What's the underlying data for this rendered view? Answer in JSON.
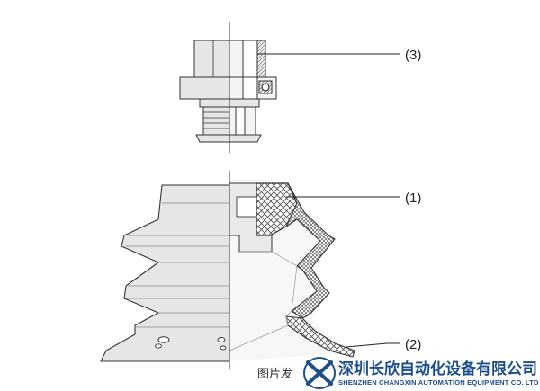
{
  "callouts": [
    {
      "label": "(3)"
    },
    {
      "label": "(1)"
    },
    {
      "label": "(2)"
    }
  ],
  "watermark": {
    "caption": "图片发",
    "company_cn": "深圳长欣自动化设备有限公司",
    "company_en": "SHENZHEN CHANGXIN AUTOMATION EQUIPMENT CO. LTD",
    "logo_color": "#1e4f8a"
  },
  "colors": {
    "body_fill": "#e6e6e6",
    "section_fill": "#f7f7f7",
    "outline": "#333333",
    "hatch": "#555555",
    "brand": "#1e4f8a"
  }
}
